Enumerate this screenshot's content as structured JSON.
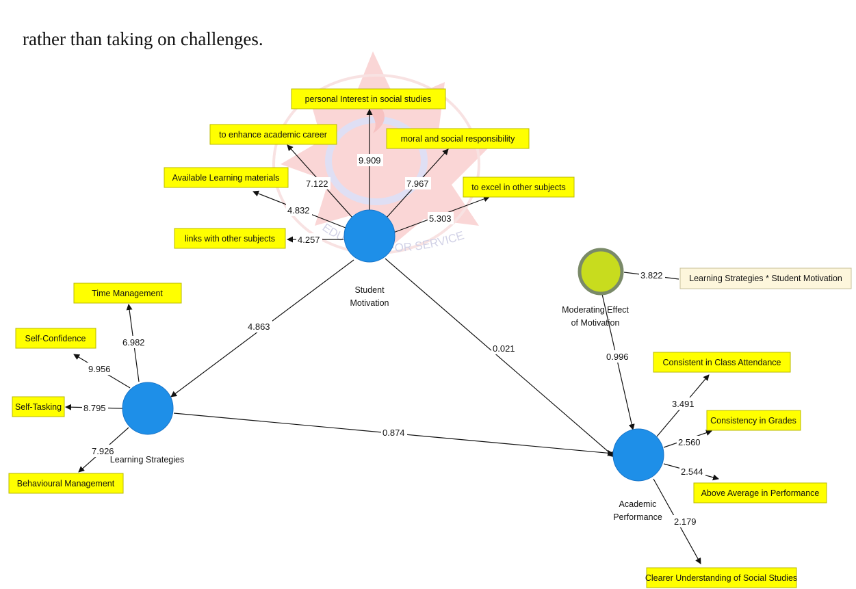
{
  "intro_text": "rather than taking on challenges.",
  "watermark": {
    "motto": "EDUCATION FOR SERVICE"
  },
  "colors": {
    "construct": "#1e8fe8",
    "moderator": "#c8dc1e",
    "indicator": "#ffff00",
    "interaction": "#fdf6dc"
  },
  "constructs": {
    "student_motivation": {
      "line1": "Student",
      "line2": "Motivation"
    },
    "learning_strategies": {
      "line1": "Learning Strategies"
    },
    "academic_performance": {
      "line1": "Academic",
      "line2": "Performance"
    },
    "moderating_effect": {
      "line1": "Moderating Effect",
      "line2": "of Motivation"
    }
  },
  "indicators": {
    "personal_interest": "personal Interest in social studies",
    "enhance_career": "to enhance academic career",
    "moral_responsibility": "moral and social responsibility",
    "available_materials": "Available Learning materials",
    "excel_subjects": "to excel in other subjects",
    "links_subjects": "links with other subjects",
    "time_management": "Time Management",
    "self_confidence": "Self-Confidence",
    "self_tasking": "Self-Tasking",
    "behavioural_management": "Behavioural Management",
    "class_attendance": "Consistent in Class Attendance",
    "consistency_grades": "Consistency in Grades",
    "above_average": "Above Average in Performance",
    "clearer_understanding": "Clearer Understanding of Social Studies",
    "interaction_term": "Learning Strategies * Student Motivation"
  },
  "path_values": {
    "sm_personal_interest": "9.909",
    "sm_enhance_career": "7.122",
    "sm_moral_responsibility": "7.967",
    "sm_available_materials": "4.832",
    "sm_excel_subjects": "5.303",
    "sm_links_subjects": "4.257",
    "sm_to_ls": "4.863",
    "sm_to_ap": "0.021",
    "ls_time_management": "6.982",
    "ls_self_confidence": "9.956",
    "ls_self_tasking": "8.795",
    "ls_behavioural": "7.926",
    "ls_to_ap": "0.874",
    "mod_interaction": "3.822",
    "mod_to_ap": "0.996",
    "ap_class_attendance": "3.491",
    "ap_consistency_grades": "2.560",
    "ap_above_average": "2.544",
    "ap_clearer_understanding": "2.179"
  }
}
